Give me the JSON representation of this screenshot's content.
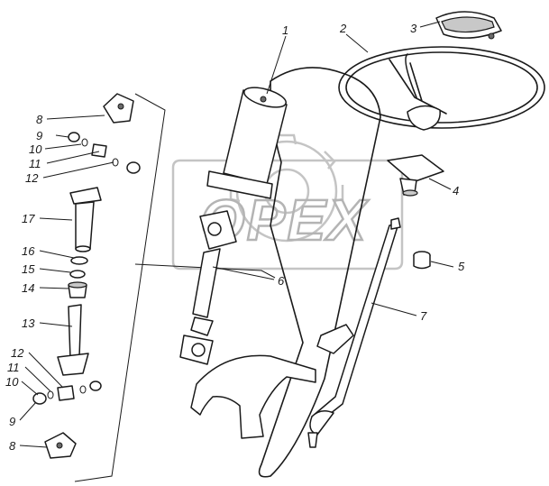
{
  "watermark": {
    "text": "OPEX"
  },
  "callouts": {
    "c1": "1",
    "c2": "2",
    "c3": "3",
    "c4": "4",
    "c5": "5",
    "c6": "6",
    "c7": "7",
    "c8_top": "8",
    "c9_top": "9",
    "c10_top": "10",
    "c11_top": "11",
    "c12_top": "12",
    "c17": "17",
    "c16": "16",
    "c15": "15",
    "c14": "14",
    "c13": "13",
    "c12_bot": "12",
    "c11_bot": "11",
    "c10_bot": "10",
    "c9_bot": "9",
    "c8_bot": "8"
  }
}
